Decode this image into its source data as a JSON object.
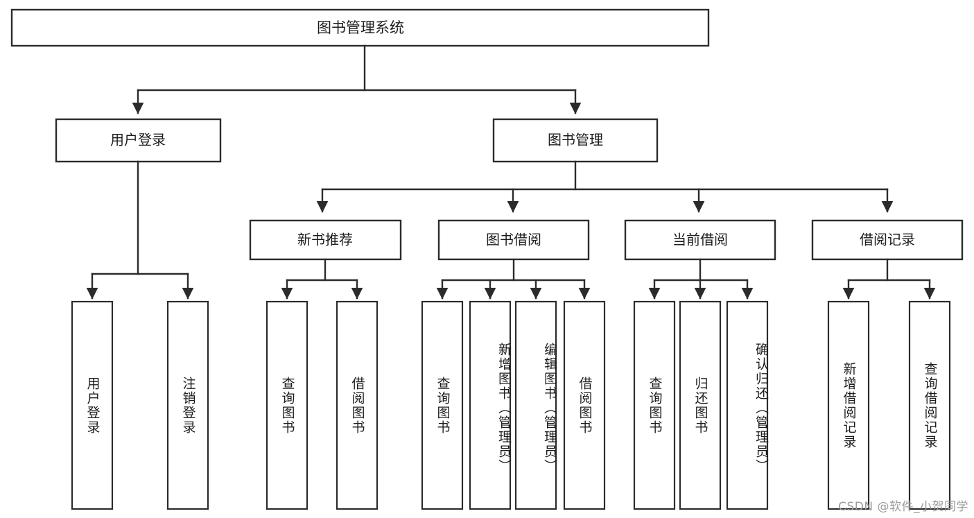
{
  "diagram": {
    "type": "tree-hierarchy-chart",
    "title": "图书管理系统",
    "watermark": "CSDN @软件_小贺同学",
    "colors": {
      "stroke": "#2b2b2b",
      "fill": "#ffffff",
      "text": "#1d1d1d",
      "watermark": "#9b9b9b"
    },
    "root": {
      "label": "图书管理系统"
    },
    "level2": [
      {
        "label": "用户登录"
      },
      {
        "label": "图书管理"
      }
    ],
    "level3": [
      {
        "label": "新书推荐"
      },
      {
        "label": "图书借阅"
      },
      {
        "label": "当前借阅"
      },
      {
        "label": "借阅记录"
      }
    ],
    "leaves": {
      "user_login": [
        {
          "label": "用户登录"
        },
        {
          "label": "注销登录"
        }
      ],
      "new_book_recommend": [
        {
          "label": "查询图书"
        },
        {
          "label": "借阅图书"
        }
      ],
      "book_borrow": [
        {
          "label": "查询图书"
        },
        {
          "label": "新增图书（管理员）"
        },
        {
          "label": "编辑图书（管理员）"
        },
        {
          "label": "借阅图书"
        }
      ],
      "current_borrow": [
        {
          "label": "查询图书"
        },
        {
          "label": "归还图书"
        },
        {
          "label": "确认归还（管理员）"
        }
      ],
      "borrow_records": [
        {
          "label": "新增借阅记录"
        },
        {
          "label": "查询借阅记录"
        }
      ]
    }
  }
}
